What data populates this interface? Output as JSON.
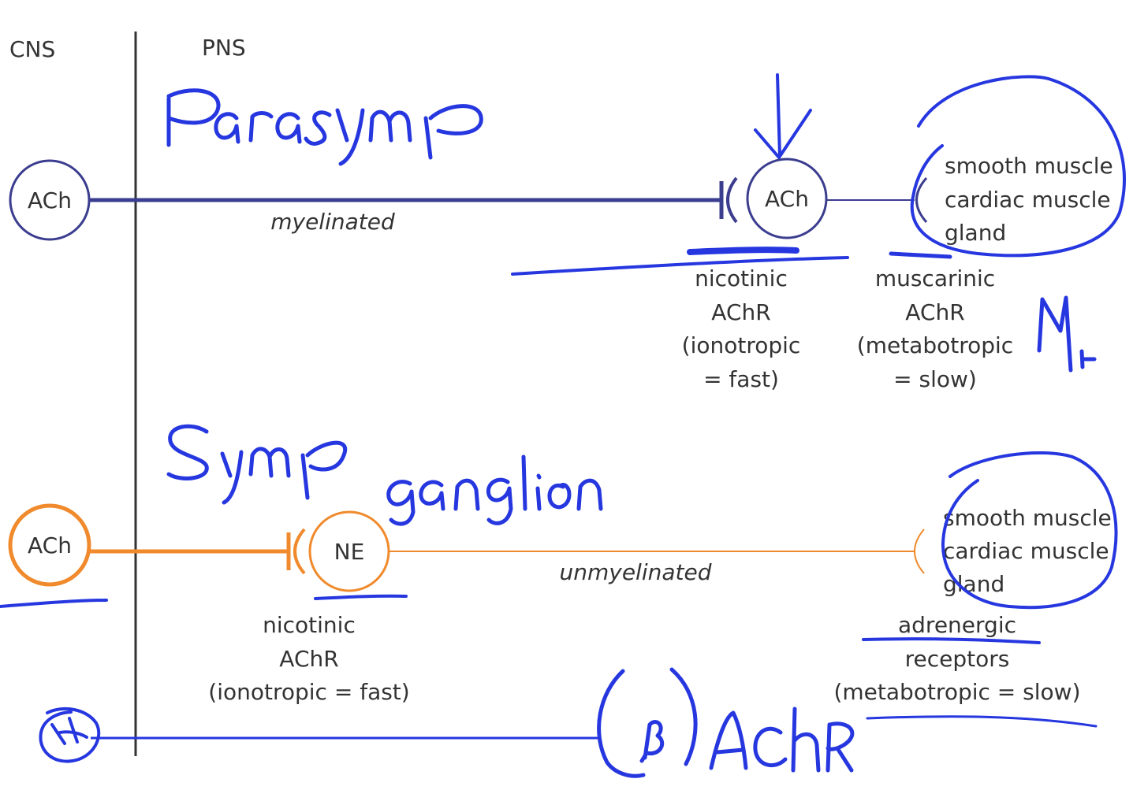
{
  "regions": {
    "cns": "CNS",
    "pns": "PNS"
  },
  "colors": {
    "parasympathetic": "#3b3d8f",
    "sympathetic": "#f08a2c",
    "ink": "#2637e0",
    "text": "#333333",
    "divider": "#333333"
  },
  "parasympathetic": {
    "preganglionic_nt": "ACh",
    "ganglion_nt": "ACh",
    "fiber_label": "myelinated",
    "targets": [
      "smooth muscle",
      "cardiac muscle",
      "gland"
    ],
    "ganglion_receptor": [
      "nicotinic",
      "AChR",
      "(ionotropic",
      "= fast)"
    ],
    "target_receptor": [
      "muscarinic",
      "AChR",
      "(metabotropic",
      "= slow)"
    ]
  },
  "sympathetic": {
    "preganglionic_nt": "ACh",
    "ganglion_nt": "NE",
    "fiber_label": "unmyelinated",
    "targets": [
      "smooth muscle",
      "cardiac muscle",
      "gland"
    ],
    "ganglion_receptor": [
      "nicotinic",
      "AChR",
      "(ionotropic = fast)"
    ],
    "target_receptor": [
      "adrenergic",
      "receptors",
      "(metabotropic = slow)"
    ]
  },
  "annotations": {
    "parasymp": "Parasymp",
    "symp": "Symp",
    "ganglion": "ganglion",
    "m1": "M1",
    "achr": "AChR"
  }
}
